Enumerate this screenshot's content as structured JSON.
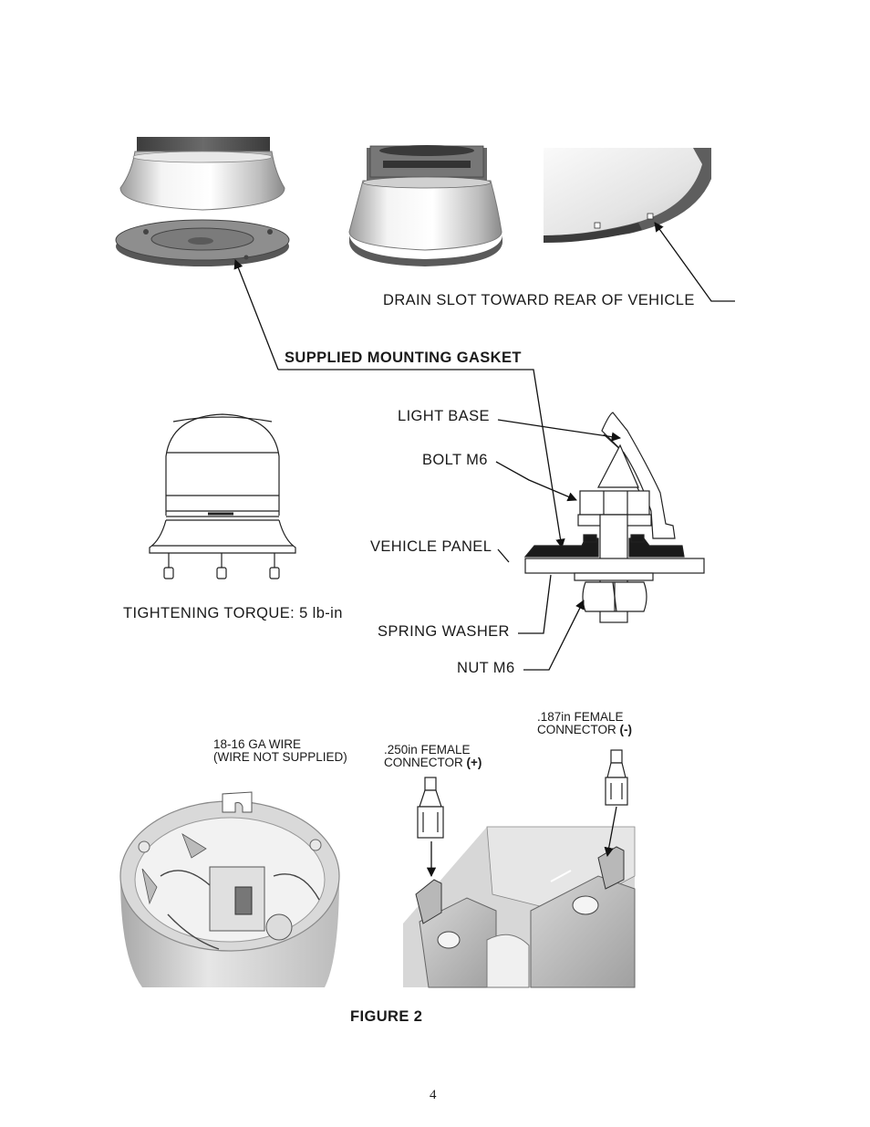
{
  "labels": {
    "drain_slot": "DRAIN SLOT TOWARD REAR OF VEHICLE",
    "gasket": "SUPPLIED MOUNTING GASKET",
    "light_base": "LIGHT BASE",
    "bolt": "BOLT M6",
    "vehicle_panel": "VEHICLE PANEL",
    "torque": "TIGHTENING TORQUE: 5 lb-in",
    "spring_washer": "SPRING WASHER",
    "nut": "NUT M6"
  },
  "wire": {
    "line1": "18-16 GA WIRE",
    "line2": "(WIRE NOT SUPPLIED)"
  },
  "connector_pos": {
    "line1": ".250in FEMALE",
    "line2_text": "CONNECTOR ",
    "polarity": "(+)"
  },
  "connector_neg": {
    "line1": ".187in FEMALE",
    "line2_text": "CONNECTOR ",
    "polarity": "(-)"
  },
  "figure_caption": "FIGURE 2",
  "page_number": "4"
}
